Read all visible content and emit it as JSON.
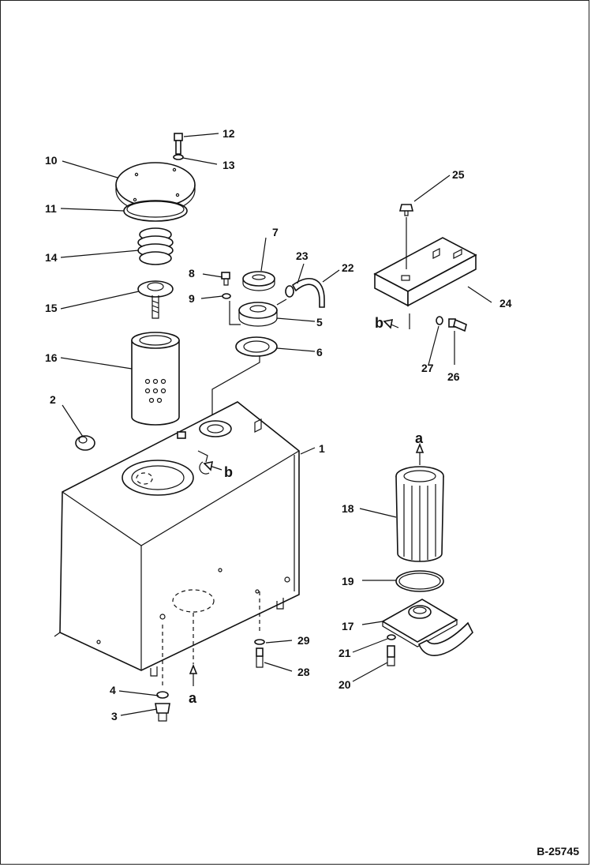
{
  "drawing": {
    "reference": "B-25745",
    "callouts": [
      "1",
      "2",
      "3",
      "4",
      "5",
      "6",
      "7",
      "8",
      "9",
      "10",
      "11",
      "12",
      "13",
      "14",
      "15",
      "16",
      "17",
      "18",
      "19",
      "20",
      "21",
      "22",
      "23",
      "24",
      "25",
      "26",
      "27",
      "28",
      "29"
    ],
    "flow_labels": [
      "a",
      "a",
      "b",
      "b"
    ]
  }
}
